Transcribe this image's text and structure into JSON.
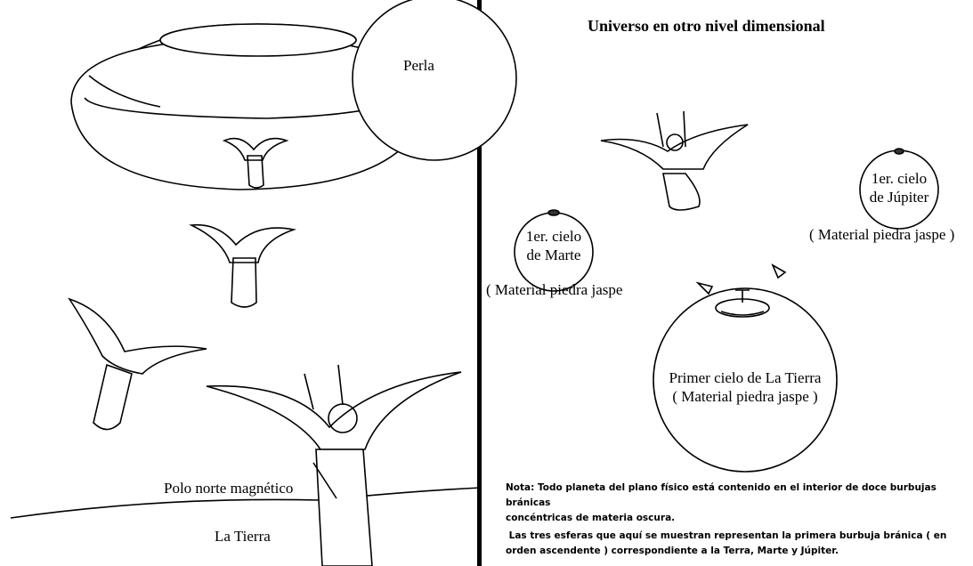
{
  "left_panel": {
    "pearl_label": "Perla",
    "pole_label": "Polo norte magnético",
    "earth_label": "La Tierra"
  },
  "right_panel": {
    "title": "Universo en otro nivel dimensional",
    "mars": {
      "line1": "1er. cielo",
      "line2": "de Marte",
      "material": "( Material piedra jaspe"
    },
    "jupiter": {
      "line1": "1er. cielo",
      "line2": "de Júpiter",
      "material": "( Material piedra jaspe )"
    },
    "earth": {
      "line1": "Primer cielo de La Tierra",
      "line2": "( Material piedra jaspe )"
    },
    "note": {
      "line1": "Nota: Todo planeta del plano físico está contenido en el interior de doce burbujas bránicas",
      "line2": "concéntricas de materia oscura.",
      "line3": " Las tres esferas que aquí se muestran representan la primera burbuja bránica ( en",
      "line4": "orden ascendente ) correspondiente a la Terra, Marte y Júpiter."
    }
  }
}
